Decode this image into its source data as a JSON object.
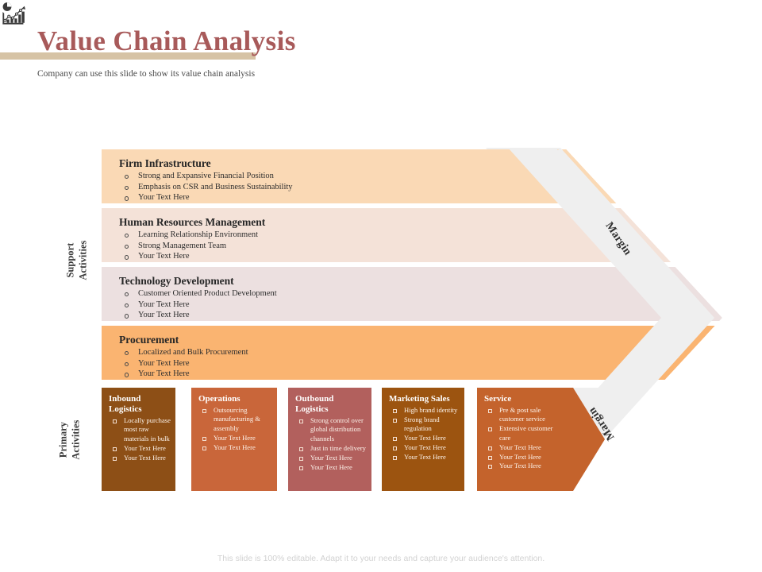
{
  "header": {
    "title": "Value Chain Analysis",
    "subtitle": "Company can use this slide to show its value chain analysis",
    "title_color": "#a85a5a",
    "underline_color": "#d6c3a5"
  },
  "axis": {
    "support_label_line1": "Support",
    "support_label_line2": "Activities",
    "primary_label_line1": "Primary",
    "primary_label_line2": "Activities"
  },
  "margin": {
    "label_top": "Margin",
    "label_bottom": "Margin",
    "arrow_color": "#eeeeee",
    "icon": "combo-chart-icon"
  },
  "support_activities": [
    {
      "title": "Firm Infrastructure",
      "color": "#fad9b5",
      "items": [
        "Strong and Expansive Financial Position",
        "Emphasis on CSR and Business Sustainability",
        "Your Text Here"
      ]
    },
    {
      "title": "Human Resources Management",
      "color": "#f4e2d8",
      "items": [
        "Learning Relationship Environment",
        "Strong Management Team",
        "Your Text Here"
      ]
    },
    {
      "title": "Technology Development",
      "color": "#ece0e0",
      "items": [
        "Customer Oriented Product Development",
        "Your Text Here",
        "Your Text Here"
      ]
    },
    {
      "title": "Procurement",
      "color": "#fab471",
      "items": [
        "Localized and Bulk Procurement",
        "Your Text Here",
        "Your Text Here"
      ]
    }
  ],
  "primary_activities": [
    {
      "title": "Inbound Logistics",
      "color": "#8d4f16",
      "items": [
        "Locally purchase most raw materials in bulk",
        "Your Text Here",
        "Your Text Here"
      ]
    },
    {
      "title": "Operations",
      "color": "#c9663a",
      "items": [
        "Outsourcing manufacturing & assembly",
        "Your Text Here",
        "Your Text Here"
      ]
    },
    {
      "title": "Outbound Logistics",
      "color": "#b2605d",
      "items": [
        "Strong control over global distribution channels",
        "Just in time delivery",
        "Your Text Here",
        "Your Text Here"
      ]
    },
    {
      "title": "Marketing Sales",
      "color": "#9c5410",
      "items": [
        "High brand identity",
        "Strong brand regulation",
        "Your Text Here",
        "Your Text Here",
        "Your Text Here"
      ]
    },
    {
      "title": "Service",
      "color": "#c4632c",
      "items": [
        "Pre & post sale customer service",
        "Extensive customer care",
        "Your Text Here",
        "Your Text Here",
        "Your Text Here"
      ]
    }
  ],
  "footer": {
    "note": "This slide is 100% editable. Adapt it to your needs and capture your audience's attention."
  }
}
